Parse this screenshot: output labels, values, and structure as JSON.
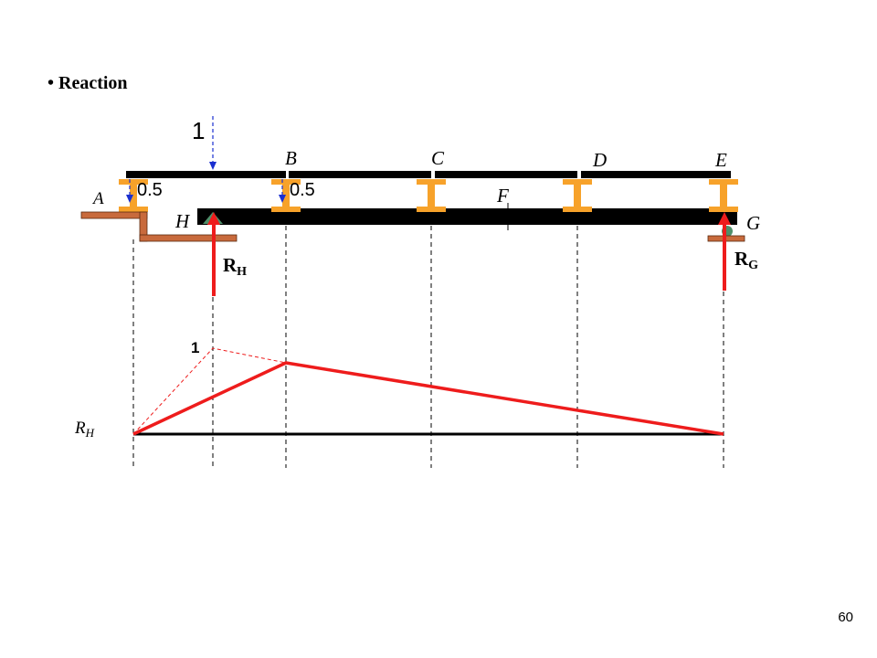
{
  "title": "Reaction",
  "slide_number": "60",
  "colors": {
    "beam": "#000000",
    "stringer": "#f7a22a",
    "support": "#c86a3c",
    "pin": "#4f8f6a",
    "reaction_arrow": "#ee1c1c",
    "load_arrow": "#1a2fd0",
    "influence_line": "#ee1c1c"
  },
  "load": {
    "label": "1"
  },
  "panel_points": [
    {
      "label": "B"
    },
    {
      "label": "C"
    },
    {
      "label": "D"
    },
    {
      "label": "E"
    }
  ],
  "labels": {
    "A": "A",
    "H": "H",
    "F": "F",
    "G": "G",
    "share_left": "0.5",
    "share_right": "0.5"
  },
  "reactions": {
    "RH": {
      "main": "R",
      "sub": "H"
    },
    "RG": {
      "main": "R",
      "sub": "G"
    }
  },
  "influence_line": {
    "axis_label": {
      "main": "R",
      "sub": "H"
    },
    "peak_label": "1"
  }
}
